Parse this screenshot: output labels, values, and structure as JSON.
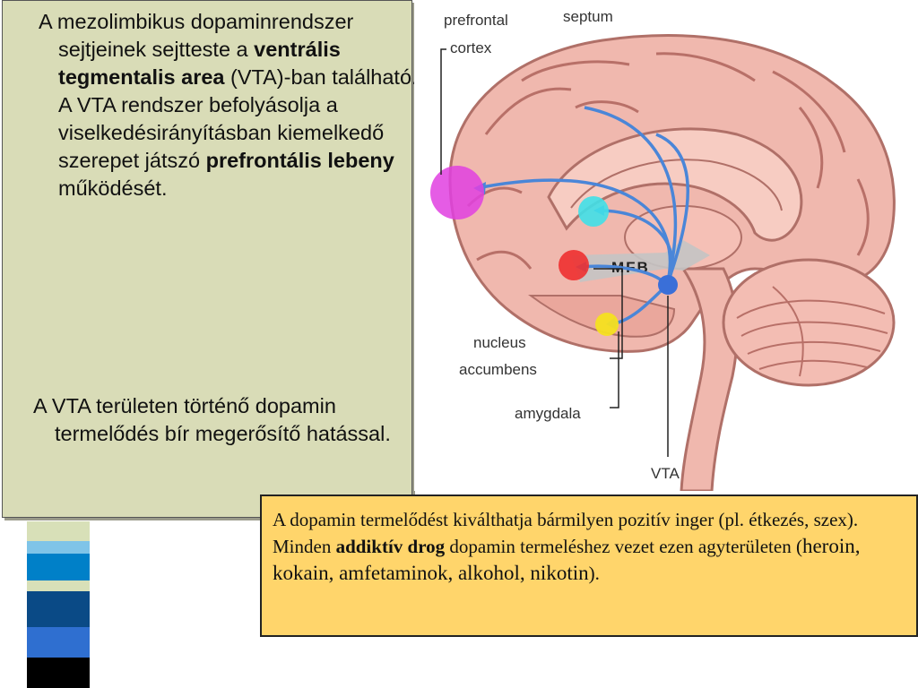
{
  "left_panel": {
    "bullet1": {
      "part1": "A mezolimbikus dopaminrendszer sejtjeinek sejtteste a ",
      "bold1": "ventrális tegmentalis area",
      "part2": " (VTA)-ban található. A VTA rendszer befolyásolja a viselkedésirányításban kiemelkedő szerepet játszó ",
      "bold2": "prefrontális lebeny",
      "part3": " működését."
    },
    "bullet2": "A VTA területen történő dopamin termelődés bír megerősítő hatással."
  },
  "figure": {
    "labels": {
      "prefrontal": "prefrontal",
      "cortex": "cortex",
      "septum": "septum",
      "mfb": "MFB",
      "nucleus": "nucleus",
      "accumbens": "accumbens",
      "amygdala": "amygdala",
      "vta": "VTA"
    },
    "colors": {
      "prefrontal": "#e040e0",
      "septum": "#40e0e8",
      "nucleus_accumbens": "#ee3030",
      "amygdala": "#f5e020",
      "vta": "#3a6fd8",
      "pathway": "#4a86d8"
    }
  },
  "note": {
    "part1": "A dopamin termelődést kiválthatja bármilyen pozitív inger (pl. étkezés, szex). Minden ",
    "bold": "addiktív drog",
    "part2": " dopamin termeléshez vezet ezen agyterületen (",
    "big": "heroin, kokain, amfetaminok, alkohol, nikotin",
    "part3": ")."
  },
  "stripe_colors": [
    "#0080c8",
    "#d8e0b8",
    "#0a4a86",
    "#2f6fd0",
    "#000000",
    "#e6ecd0"
  ]
}
